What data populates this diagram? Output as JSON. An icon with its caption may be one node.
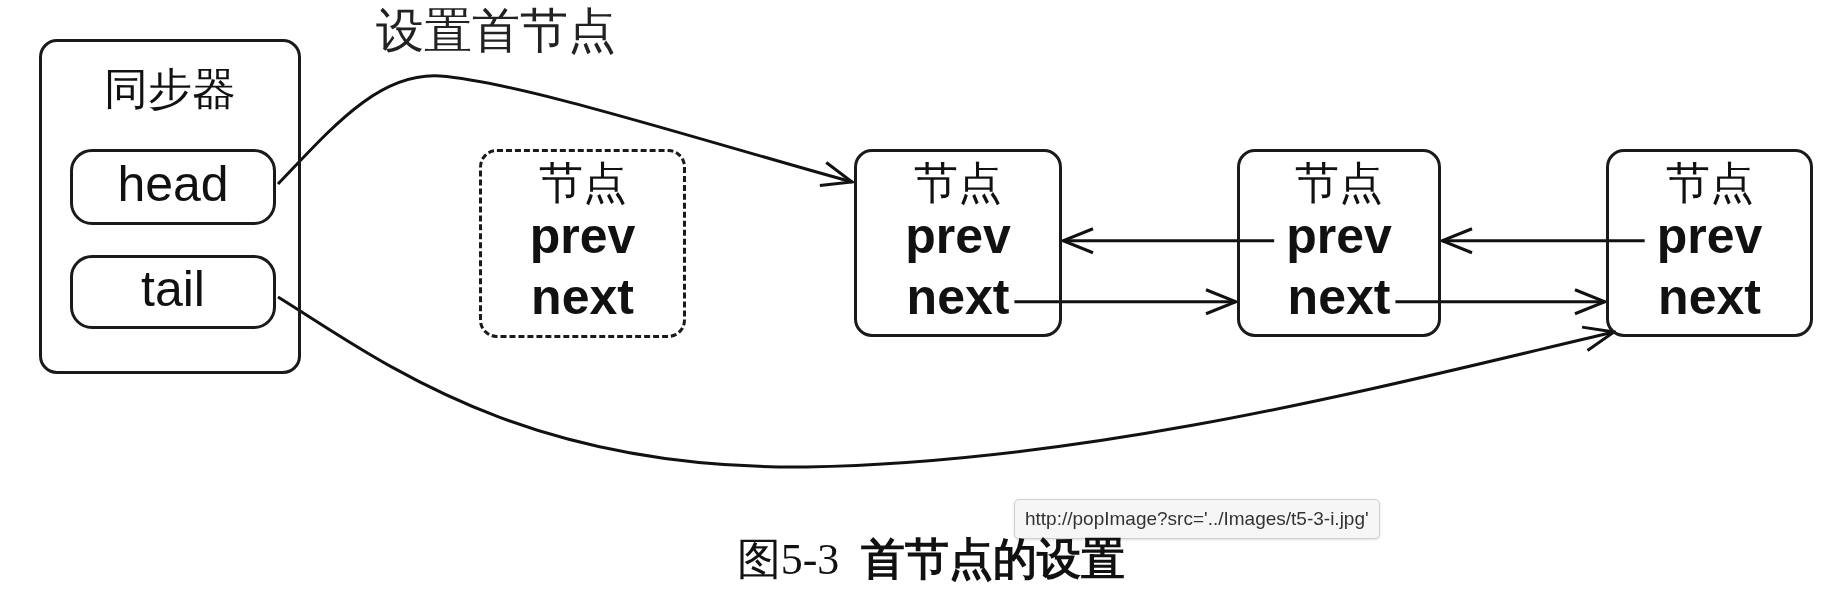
{
  "diagram": {
    "caption": "图5-3  **首节点的设置**",
    "nodes": [
      {
        "text": [
          "同步器"
        ]
      },
      {
        "text": [
          "head"
        ],
        "in": 0
      },
      {
        "text": [
          "tail"
        ],
        "in": 0
      },
      {
        "text": [
          "节点"
        ]
      },
      {
        "text": [
          "prev"
        ],
        "in": 3
      },
      {
        "text": [
          "next"
        ],
        "in": 3
      },
      {
        "text": [
          "节点"
        ]
      },
      {
        "text": [
          "prev"
        ],
        "in": 6
      },
      {
        "text": [
          "next"
        ],
        "in": 6
      },
      {
        "text": [
          "节点"
        ]
      },
      {
        "text": [
          "prev"
        ],
        "in": 9
      },
      {
        "text": [
          "next"
        ],
        "in": 9
      },
      {
        "text": [
          "节点"
        ]
      },
      {
        "text": [
          "prev"
        ],
        "in": 12
      },
      {
        "text": [
          "next"
        ],
        "in": 12
      }
    ],
    "edges": [
      {
        "from": 1,
        "to": 6,
        "arrow": "to",
        "label": "设置首节点"
      },
      {
        "from": 10,
        "to": 6,
        "arrow": "to"
      },
      {
        "from": 8,
        "to": 9,
        "arrow": "to"
      },
      {
        "from": 13,
        "to": 9,
        "arrow": "to"
      },
      {
        "from": 11,
        "to": 12,
        "arrow": "to"
      },
      {
        "from": 2,
        "to": 12,
        "arrow": "to"
      }
    ],
    "labels": [
      "http://popImage?src='../Images/t5-3-i.jpg'"
    ]
  }
}
